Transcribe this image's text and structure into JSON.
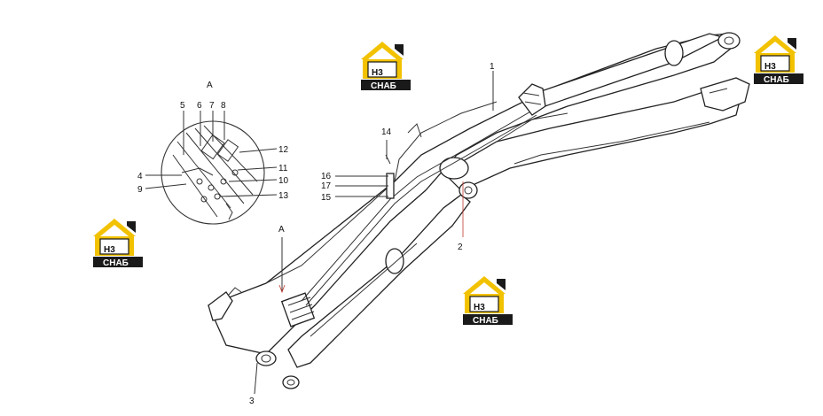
{
  "detail_label_top": "A",
  "detail_label_arrow": "A",
  "callouts": {
    "c1": "1",
    "c2": "2",
    "c3": "3",
    "c4": "4",
    "c5": "5",
    "c6": "6",
    "c7": "7",
    "c8": "8",
    "c9": "9",
    "c10": "10",
    "c11": "11",
    "c12": "12",
    "c13": "13",
    "c14": "14",
    "c15": "15",
    "c16": "16",
    "c17": "17"
  },
  "logos": [
    {
      "top": "H3",
      "bottom": "СНАБ"
    },
    {
      "top": "H3",
      "bottom": "СНАБ"
    },
    {
      "top": "H3",
      "bottom": "СНАБ"
    },
    {
      "top": "H3",
      "bottom": "СНАБ"
    }
  ],
  "colors": {
    "logo_yellow": "#f2c200",
    "logo_dark": "#1a1a1a",
    "leader_red": "#c0392b"
  }
}
